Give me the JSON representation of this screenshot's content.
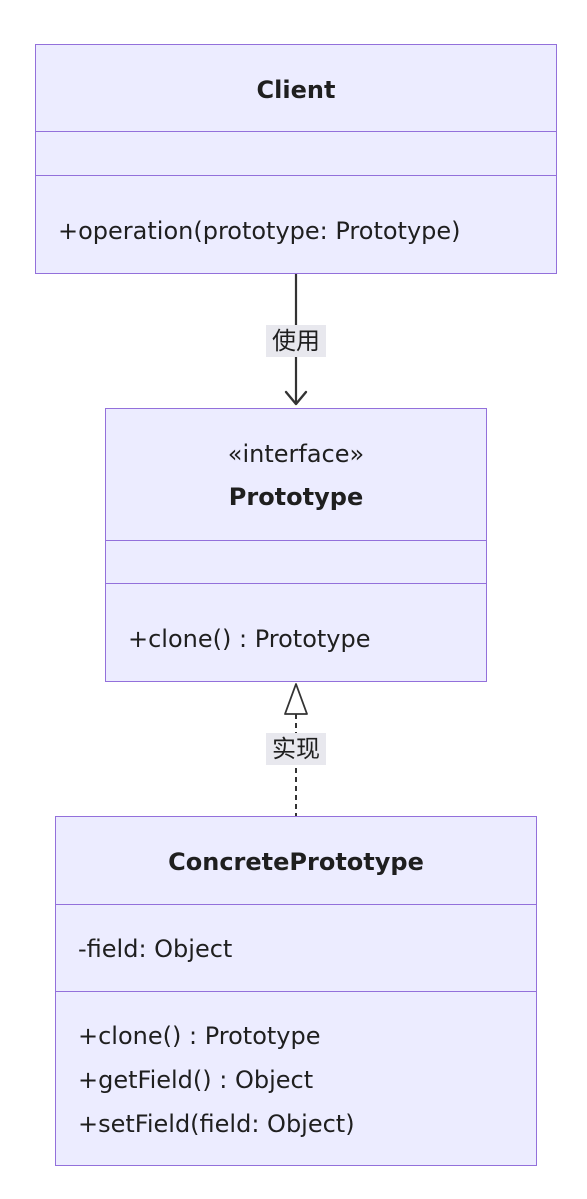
{
  "classes": {
    "client": {
      "name": "Client",
      "attributes": [],
      "methods": [
        "+operation(prototype: Prototype)"
      ]
    },
    "prototype": {
      "stereotype": "«interface»",
      "name": "Prototype",
      "attributes": [],
      "methods": [
        "+clone() : Prototype"
      ]
    },
    "concrete": {
      "name": "ConcretePrototype",
      "attributes": [
        "-field: Object"
      ],
      "methods": [
        "+clone() : Prototype",
        "+getField() : Object",
        "+setField(field: Object)"
      ]
    }
  },
  "relations": {
    "uses": {
      "label": "使用",
      "type": "dependency"
    },
    "implements": {
      "label": "实现",
      "type": "realization"
    }
  },
  "colors": {
    "box_fill": "#ECECFF",
    "box_border": "#9370DB",
    "line": "#333333",
    "text": "#1f1f1f",
    "label_bg": "#e8e8ee"
  }
}
